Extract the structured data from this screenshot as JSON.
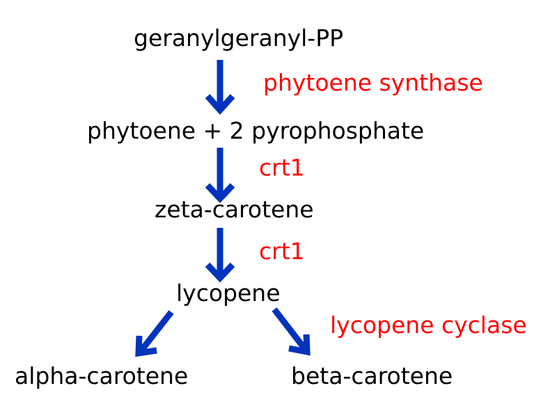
{
  "colors": {
    "compound": "#000000",
    "enzyme": "#ff0000",
    "arrow": "#0033bb"
  },
  "compounds": {
    "ggpp": "geranylgeranyl-PP",
    "phytoene": "phytoene + 2 pyrophosphate",
    "zeta": "zeta-carotene",
    "lycopene": "lycopene",
    "alpha": "alpha-carotene",
    "beta": "beta-carotene"
  },
  "enzymes": {
    "phytoene_synthase": "phytoene synthase",
    "crt1_first": "crt1",
    "crt1_second": "crt1",
    "lycopene_cyclase": "lycopene cyclase"
  },
  "arrows": [
    {
      "from": "geranylgeranyl-PP",
      "to": "phytoene + 2 pyrophosphate"
    },
    {
      "from": "phytoene + 2 pyrophosphate",
      "to": "zeta-carotene"
    },
    {
      "from": "zeta-carotene",
      "to": "lycopene"
    },
    {
      "from": "lycopene",
      "to": "alpha-carotene"
    },
    {
      "from": "lycopene",
      "to": "beta-carotene"
    }
  ]
}
